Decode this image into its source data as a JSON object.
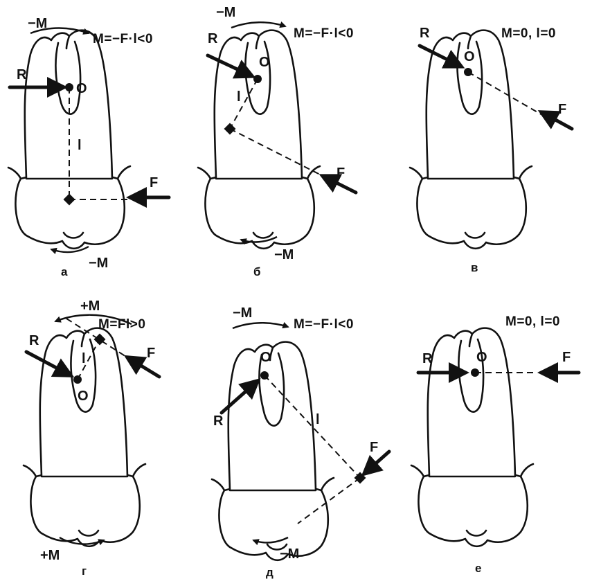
{
  "panels": [
    {
      "id": "a",
      "caption": "а",
      "equation": "M=−F·l<0",
      "moment_top": "−M",
      "moment_bottom": "−M",
      "force": "F",
      "reaction": "R",
      "center": "O",
      "arm": "l"
    },
    {
      "id": "b",
      "caption": "б",
      "equation": "M=−F·l<0",
      "moment_top": "−M",
      "moment_bottom": "−M",
      "force": "F",
      "reaction": "R",
      "center": "O",
      "arm": "l"
    },
    {
      "id": "v",
      "caption": "в",
      "equation": "M=0, l=0",
      "force": "F",
      "reaction": "R",
      "center": "O"
    },
    {
      "id": "g",
      "caption": "г",
      "equation": "M=Fl>0",
      "moment_top": "+M",
      "moment_bottom": "+M",
      "force": "F",
      "reaction": "R",
      "center": "O",
      "arm": "l"
    },
    {
      "id": "d",
      "caption": "д",
      "equation": "M=−F·l<0",
      "moment_top": "−M",
      "moment_bottom": "−M",
      "force": "F",
      "reaction": "R",
      "center": "O",
      "arm": "l"
    },
    {
      "id": "e",
      "caption": "е",
      "equation": "M=0, l=0",
      "force": "F",
      "reaction": "R",
      "center": "O"
    }
  ]
}
